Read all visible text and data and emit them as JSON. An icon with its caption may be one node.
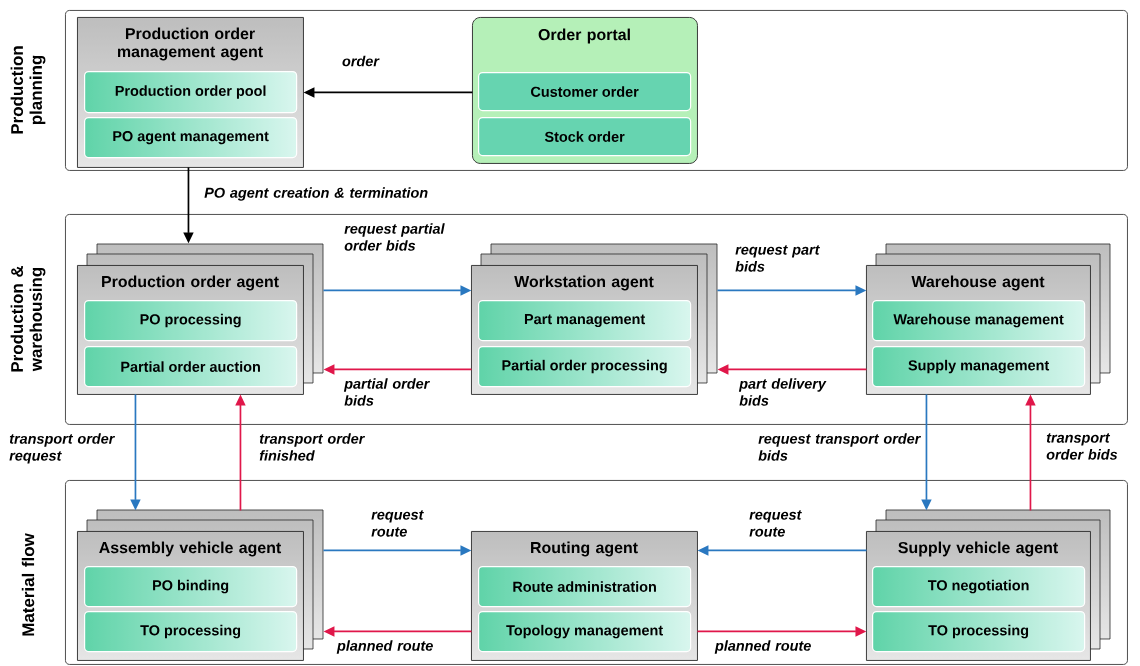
{
  "diagram": {
    "nodes": [
      {
        "text": [
          "Production planning"
        ]
      },
      {
        "text": [
          "Production order management agent"
        ],
        "in": 0
      },
      {
        "text": [
          "Production order pool"
        ],
        "in": 1
      },
      {
        "text": [
          "PO agent management"
        ],
        "in": 1
      },
      {
        "text": [
          "Order portal"
        ],
        "in": 0
      },
      {
        "text": [
          "Customer order"
        ],
        "in": 4
      },
      {
        "text": [
          "Stock order"
        ],
        "in": 4
      },
      {
        "text": [
          "Production & warehousing"
        ]
      },
      {
        "text": [
          "Production order agent"
        ],
        "in": 7
      },
      {
        "text": [
          "PO processing"
        ],
        "in": 8
      },
      {
        "text": [
          "Partial order auction"
        ],
        "in": 8
      },
      {
        "text": [
          "Workstation agent"
        ],
        "in": 7
      },
      {
        "text": [
          "Part management"
        ],
        "in": 11
      },
      {
        "text": [
          "Partial order processing"
        ],
        "in": 11
      },
      {
        "text": [
          "Warehouse agent"
        ],
        "in": 7
      },
      {
        "text": [
          "Warehouse management"
        ],
        "in": 14
      },
      {
        "text": [
          "Supply management"
        ],
        "in": 14
      },
      {
        "text": [
          "Material flow"
        ]
      },
      {
        "text": [
          "Assembly vehicle agent"
        ],
        "in": 17
      },
      {
        "text": [
          "PO binding"
        ],
        "in": 18
      },
      {
        "text": [
          "TO processing"
        ],
        "in": 18
      },
      {
        "text": [
          "Routing agent"
        ],
        "in": 17
      },
      {
        "text": [
          "Route administration"
        ],
        "in": 21
      },
      {
        "text": [
          "Topology management"
        ],
        "in": 21
      },
      {
        "text": [
          "Supply vehicle agent"
        ],
        "in": 17
      },
      {
        "text": [
          "TO negotiation"
        ],
        "in": 24
      },
      {
        "text": [
          "TO processing"
        ],
        "in": 24
      }
    ],
    "edges": [
      {
        "from": 4,
        "to": 1,
        "arrow": "to",
        "label": "order",
        "color": "#000000"
      },
      {
        "from": 1,
        "to": 8,
        "arrow": "to",
        "label": "PO agent creation & termination",
        "color": "#000000"
      },
      {
        "from": 8,
        "to": 11,
        "arrow": "to",
        "label": "request partial order bids",
        "color": "#2a78c0"
      },
      {
        "from": 11,
        "to": 8,
        "arrow": "to",
        "label": "partial order bids",
        "color": "#e0174a"
      },
      {
        "from": 11,
        "to": 14,
        "arrow": "to",
        "label": "request part bids",
        "color": "#2a78c0"
      },
      {
        "from": 14,
        "to": 11,
        "arrow": "to",
        "label": "part delivery bids",
        "color": "#e0174a"
      },
      {
        "from": 8,
        "to": 18,
        "arrow": "to",
        "label": "transport order request",
        "color": "#2a78c0"
      },
      {
        "from": 18,
        "to": 8,
        "arrow": "to",
        "label": "transport order finished",
        "color": "#e0174a"
      },
      {
        "from": 14,
        "to": 24,
        "arrow": "to",
        "label": "request transport order bids",
        "color": "#2a78c0"
      },
      {
        "from": 24,
        "to": 14,
        "arrow": "to",
        "label": "transport order bids",
        "color": "#e0174a"
      },
      {
        "from": 18,
        "to": 21,
        "arrow": "to",
        "label": "request route",
        "color": "#2a78c0"
      },
      {
        "from": 21,
        "to": 18,
        "arrow": "to",
        "label": "planned route",
        "color": "#e0174a"
      },
      {
        "from": 24,
        "to": 21,
        "arrow": "to",
        "label": "request route",
        "color": "#2a78c0"
      },
      {
        "from": 21,
        "to": 24,
        "arrow": "to",
        "label": "planned route",
        "color": "#e0174a"
      }
    ]
  }
}
